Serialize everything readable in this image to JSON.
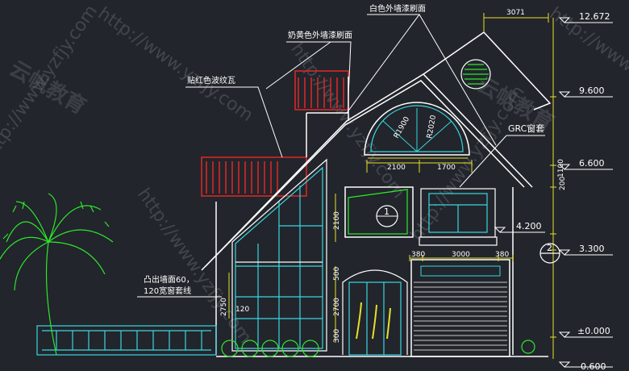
{
  "labels": {
    "white_wall": "白色外墙漆刷面",
    "cream_wall": "奶黄色外墙漆刷面",
    "red_tile": "贴红色波纹瓦",
    "grc": "GRC窗套",
    "bay1": "凸出墙面60，",
    "bay2": "120宽窗套线"
  },
  "levels": [
    "12.672",
    "9.600",
    "6.600",
    "4.200",
    "3.300",
    "±0.000",
    "-0.600"
  ],
  "dims": {
    "top": "3071",
    "r1": "R1900",
    "r2": "R2020",
    "w2100": "2100",
    "w1700": "1700",
    "h1100": "1100",
    "h200": "200",
    "h2100": "2100",
    "h2750": "2750",
    "h120": "120",
    "h500": "500",
    "h2700": "2700",
    "h300": "300",
    "d380a": "380",
    "d3000": "3000",
    "d380b": "380"
  },
  "axis": {
    "one": "1",
    "two": "2"
  },
  "watermark": {
    "url": "http://www.yzfjy.com",
    "cn1": "云帆教育",
    "cn2": "云帆教育"
  },
  "colors": {
    "line": "#ffffff",
    "red": "#e32626",
    "cyan": "#38d6e0",
    "green": "#2ce82c",
    "yellow": "#e8e02a"
  }
}
